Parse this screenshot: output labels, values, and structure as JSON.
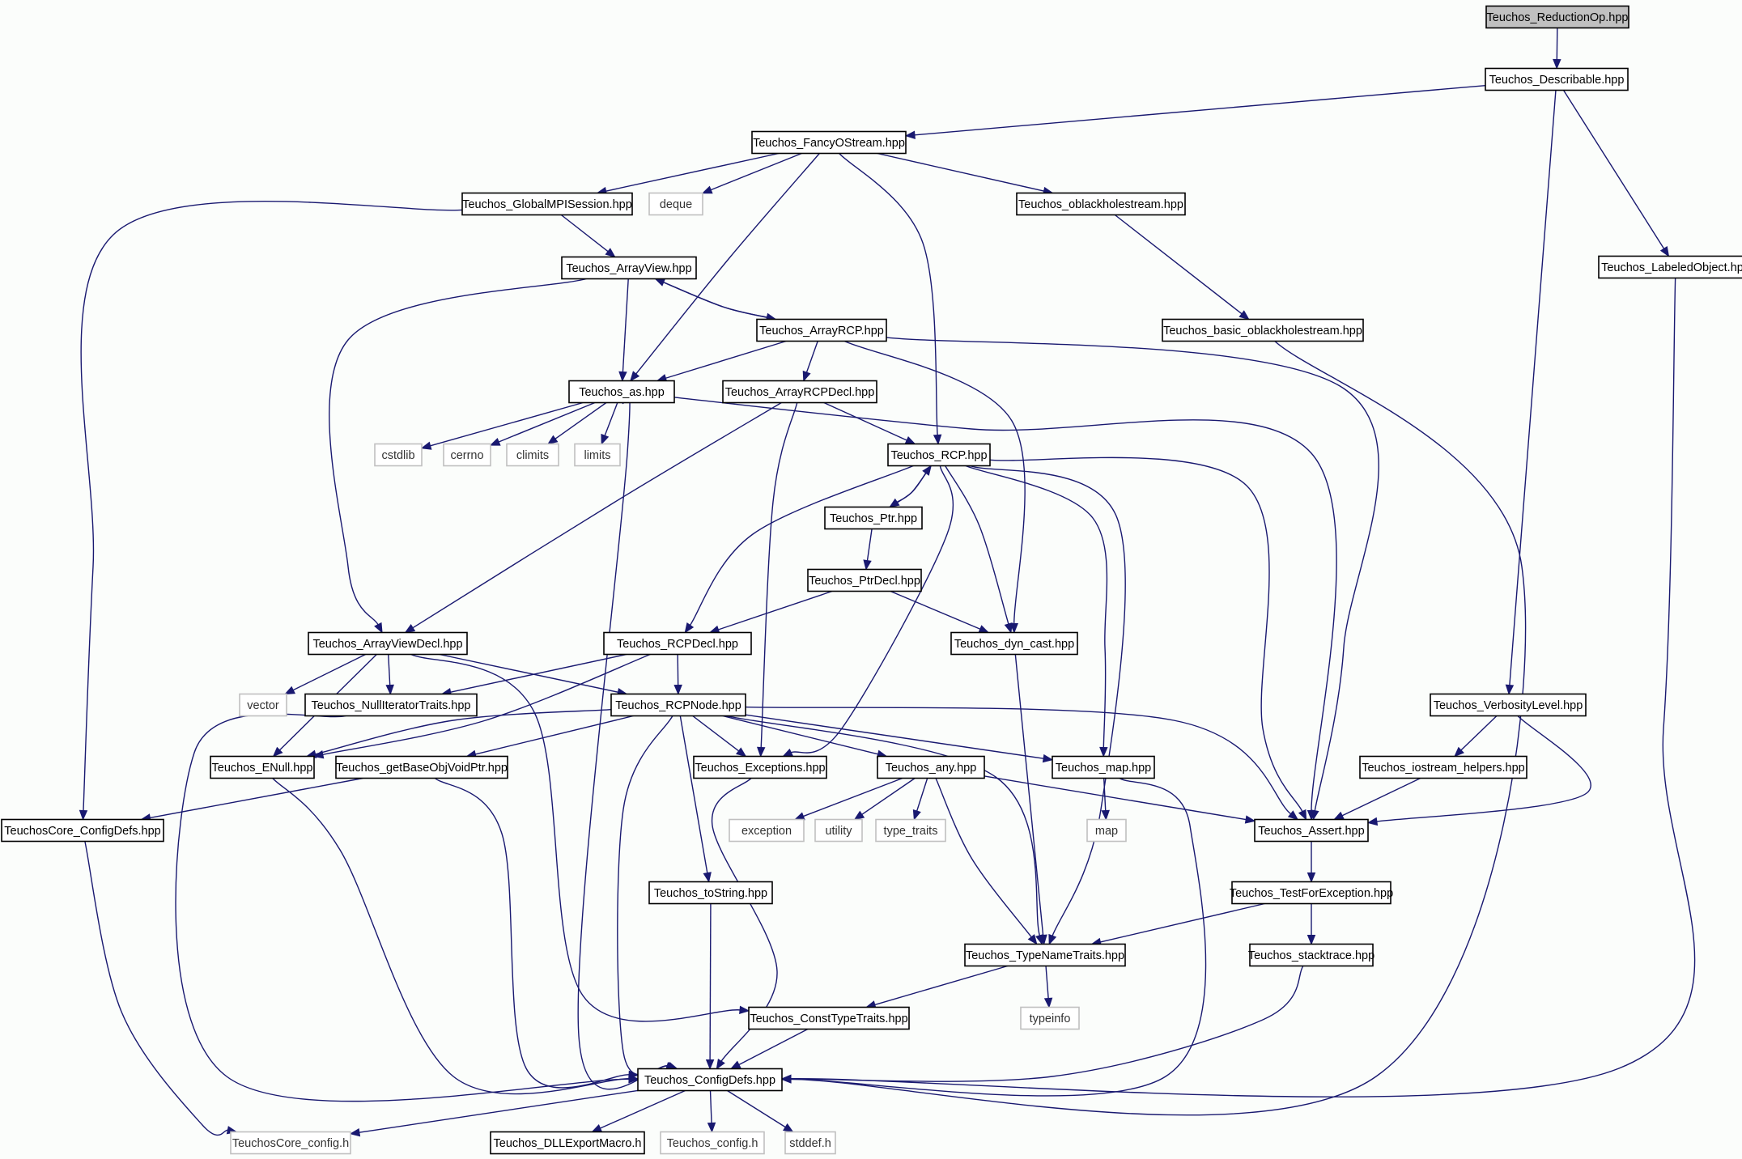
{
  "graph": {
    "title": "Teuchos_ReductionOp.hpp",
    "colors": {
      "edge": "#191970",
      "node_border": "#000000",
      "external_border": "#c0c0c0",
      "root_fill": "#c0c0c0",
      "background": "#fbfdfb"
    },
    "nodes": [
      {
        "id": "reductionop",
        "label": "Teuchos_ReductionOp.hpp",
        "kind": "root"
      },
      {
        "id": "describable",
        "label": "Teuchos_Describable.hpp",
        "kind": "file"
      },
      {
        "id": "fancyostream",
        "label": "Teuchos_FancyOStream.hpp",
        "kind": "file"
      },
      {
        "id": "globalmpi",
        "label": "Teuchos_GlobalMPISession.hpp",
        "kind": "file"
      },
      {
        "id": "deque",
        "label": "deque",
        "kind": "external"
      },
      {
        "id": "oblackhole",
        "label": "Teuchos_oblackholestream.hpp",
        "kind": "file"
      },
      {
        "id": "labeledobject",
        "label": "Teuchos_LabeledObject.hpp",
        "kind": "file"
      },
      {
        "id": "arrayview",
        "label": "Teuchos_ArrayView.hpp",
        "kind": "file"
      },
      {
        "id": "arrayrcp",
        "label": "Teuchos_ArrayRCP.hpp",
        "kind": "file"
      },
      {
        "id": "basicoblackhole",
        "label": "Teuchos_basic_oblackholestream.hpp",
        "kind": "file"
      },
      {
        "id": "as",
        "label": "Teuchos_as.hpp",
        "kind": "file"
      },
      {
        "id": "arrayrcpdecl",
        "label": "Teuchos_ArrayRCPDecl.hpp",
        "kind": "file"
      },
      {
        "id": "cstdlib",
        "label": "cstdlib",
        "kind": "external"
      },
      {
        "id": "cerrno",
        "label": "cerrno",
        "kind": "external"
      },
      {
        "id": "climits",
        "label": "climits",
        "kind": "external"
      },
      {
        "id": "limits",
        "label": "limits",
        "kind": "external"
      },
      {
        "id": "rcp",
        "label": "Teuchos_RCP.hpp",
        "kind": "file"
      },
      {
        "id": "ptr",
        "label": "Teuchos_Ptr.hpp",
        "kind": "file"
      },
      {
        "id": "ptrdecl",
        "label": "Teuchos_PtrDecl.hpp",
        "kind": "file"
      },
      {
        "id": "arrayviewdecl",
        "label": "Teuchos_ArrayViewDecl.hpp",
        "kind": "file"
      },
      {
        "id": "rcpdecl",
        "label": "Teuchos_RCPDecl.hpp",
        "kind": "file"
      },
      {
        "id": "dyncast",
        "label": "Teuchos_dyn_cast.hpp",
        "kind": "file"
      },
      {
        "id": "vector",
        "label": "vector",
        "kind": "external"
      },
      {
        "id": "nulliter",
        "label": "Teuchos_NullIteratorTraits.hpp",
        "kind": "file"
      },
      {
        "id": "rcpnode",
        "label": "Teuchos_RCPNode.hpp",
        "kind": "file"
      },
      {
        "id": "verbosity",
        "label": "Teuchos_VerbosityLevel.hpp",
        "kind": "file"
      },
      {
        "id": "enull",
        "label": "Teuchos_ENull.hpp",
        "kind": "file"
      },
      {
        "id": "getbaseobj",
        "label": "Teuchos_getBaseObjVoidPtr.hpp",
        "kind": "file"
      },
      {
        "id": "exceptions",
        "label": "Teuchos_Exceptions.hpp",
        "kind": "file"
      },
      {
        "id": "any",
        "label": "Teuchos_any.hpp",
        "kind": "file"
      },
      {
        "id": "map_hpp",
        "label": "Teuchos_map.hpp",
        "kind": "file"
      },
      {
        "id": "iostreamhelpers",
        "label": "Teuchos_iostream_helpers.hpp",
        "kind": "file"
      },
      {
        "id": "coreconfigdefs",
        "label": "TeuchosCore_ConfigDefs.hpp",
        "kind": "file"
      },
      {
        "id": "exception",
        "label": "exception",
        "kind": "external"
      },
      {
        "id": "utility",
        "label": "utility",
        "kind": "external"
      },
      {
        "id": "typetraits",
        "label": "type_traits",
        "kind": "external"
      },
      {
        "id": "map",
        "label": "map",
        "kind": "external"
      },
      {
        "id": "assert",
        "label": "Teuchos_Assert.hpp",
        "kind": "file"
      },
      {
        "id": "tostring",
        "label": "Teuchos_toString.hpp",
        "kind": "file"
      },
      {
        "id": "testforexc",
        "label": "Teuchos_TestForException.hpp",
        "kind": "file"
      },
      {
        "id": "typenametraits",
        "label": "Teuchos_TypeNameTraits.hpp",
        "kind": "file"
      },
      {
        "id": "stacktrace",
        "label": "Teuchos_stacktrace.hpp",
        "kind": "file"
      },
      {
        "id": "consttypetraits",
        "label": "Teuchos_ConstTypeTraits.hpp",
        "kind": "file"
      },
      {
        "id": "typeinfo",
        "label": "typeinfo",
        "kind": "external"
      },
      {
        "id": "configdefs",
        "label": "Teuchos_ConfigDefs.hpp",
        "kind": "file"
      },
      {
        "id": "coreconfig",
        "label": "TeuchosCore_config.h",
        "kind": "external"
      },
      {
        "id": "dllexport",
        "label": "Teuchos_DLLExportMacro.h",
        "kind": "file"
      },
      {
        "id": "config",
        "label": "Teuchos_config.h",
        "kind": "external"
      },
      {
        "id": "stddef",
        "label": "stddef.h",
        "kind": "external"
      }
    ],
    "edges": [
      [
        "reductionop",
        "describable"
      ],
      [
        "describable",
        "fancyostream"
      ],
      [
        "describable",
        "verbosity"
      ],
      [
        "describable",
        "labeledobject"
      ],
      [
        "fancyostream",
        "globalmpi"
      ],
      [
        "fancyostream",
        "deque"
      ],
      [
        "fancyostream",
        "oblackhole"
      ],
      [
        "fancyostream",
        "as"
      ],
      [
        "fancyostream",
        "rcp"
      ],
      [
        "globalmpi",
        "arrayview"
      ],
      [
        "globalmpi",
        "coreconfigdefs"
      ],
      [
        "oblackhole",
        "basicoblackhole"
      ],
      [
        "labeledobject",
        "configdefs"
      ],
      [
        "basicoblackhole",
        "configdefs"
      ],
      [
        "arrayview",
        "arrayrcp"
      ],
      [
        "arrayview",
        "as"
      ],
      [
        "arrayview",
        "arrayviewdecl"
      ],
      [
        "arrayrcp",
        "arrayview"
      ],
      [
        "arrayrcp",
        "as"
      ],
      [
        "arrayrcp",
        "arrayrcpdecl"
      ],
      [
        "arrayrcp",
        "dyncast"
      ],
      [
        "arrayrcp",
        "assert"
      ],
      [
        "as",
        "cstdlib"
      ],
      [
        "as",
        "cerrno"
      ],
      [
        "as",
        "climits"
      ],
      [
        "as",
        "limits"
      ],
      [
        "as",
        "assert"
      ],
      [
        "as",
        "configdefs"
      ],
      [
        "arrayrcpdecl",
        "rcp"
      ],
      [
        "arrayrcpdecl",
        "arrayviewdecl"
      ],
      [
        "arrayrcpdecl",
        "exceptions"
      ],
      [
        "rcp",
        "ptr"
      ],
      [
        "rcp",
        "rcpdecl"
      ],
      [
        "rcp",
        "dyncast"
      ],
      [
        "rcp",
        "exceptions"
      ],
      [
        "rcp",
        "map_hpp"
      ],
      [
        "rcp",
        "typenametraits"
      ],
      [
        "rcp",
        "assert"
      ],
      [
        "ptr",
        "rcp"
      ],
      [
        "ptr",
        "ptrdecl"
      ],
      [
        "ptrdecl",
        "rcpdecl"
      ],
      [
        "ptrdecl",
        "dyncast"
      ],
      [
        "arrayviewdecl",
        "vector"
      ],
      [
        "arrayviewdecl",
        "nulliter"
      ],
      [
        "arrayviewdecl",
        "rcpnode"
      ],
      [
        "arrayviewdecl",
        "enull"
      ],
      [
        "arrayviewdecl",
        "consttypetraits"
      ],
      [
        "rcpdecl",
        "rcpnode"
      ],
      [
        "rcpdecl",
        "nulliter"
      ],
      [
        "rcpdecl",
        "enull"
      ],
      [
        "dyncast",
        "typenametraits"
      ],
      [
        "nulliter",
        "configdefs"
      ],
      [
        "rcpnode",
        "enull"
      ],
      [
        "rcpnode",
        "getbaseobj"
      ],
      [
        "rcpnode",
        "exceptions"
      ],
      [
        "rcpnode",
        "any"
      ],
      [
        "rcpnode",
        "map_hpp"
      ],
      [
        "rcpnode",
        "assert"
      ],
      [
        "rcpnode",
        "tostring"
      ],
      [
        "rcpnode",
        "typenametraits"
      ],
      [
        "rcpnode",
        "configdefs"
      ],
      [
        "verbosity",
        "iostreamhelpers"
      ],
      [
        "verbosity",
        "assert"
      ],
      [
        "iostreamhelpers",
        "assert"
      ],
      [
        "enull",
        "configdefs"
      ],
      [
        "getbaseobj",
        "coreconfigdefs"
      ],
      [
        "getbaseobj",
        "configdefs"
      ],
      [
        "exceptions",
        "configdefs"
      ],
      [
        "any",
        "exception"
      ],
      [
        "any",
        "utility"
      ],
      [
        "any",
        "typetraits"
      ],
      [
        "any",
        "assert"
      ],
      [
        "any",
        "typenametraits"
      ],
      [
        "map_hpp",
        "map"
      ],
      [
        "map_hpp",
        "configdefs"
      ],
      [
        "coreconfigdefs",
        "coreconfig"
      ],
      [
        "assert",
        "testforexc"
      ],
      [
        "tostring",
        "configdefs"
      ],
      [
        "testforexc",
        "typenametraits"
      ],
      [
        "testforexc",
        "stacktrace"
      ],
      [
        "stacktrace",
        "configdefs"
      ],
      [
        "typenametraits",
        "consttypetraits"
      ],
      [
        "typenametraits",
        "typeinfo"
      ],
      [
        "consttypetraits",
        "configdefs"
      ],
      [
        "configdefs",
        "coreconfig"
      ],
      [
        "configdefs",
        "dllexport"
      ],
      [
        "configdefs",
        "config"
      ],
      [
        "configdefs",
        "stddef"
      ]
    ]
  }
}
